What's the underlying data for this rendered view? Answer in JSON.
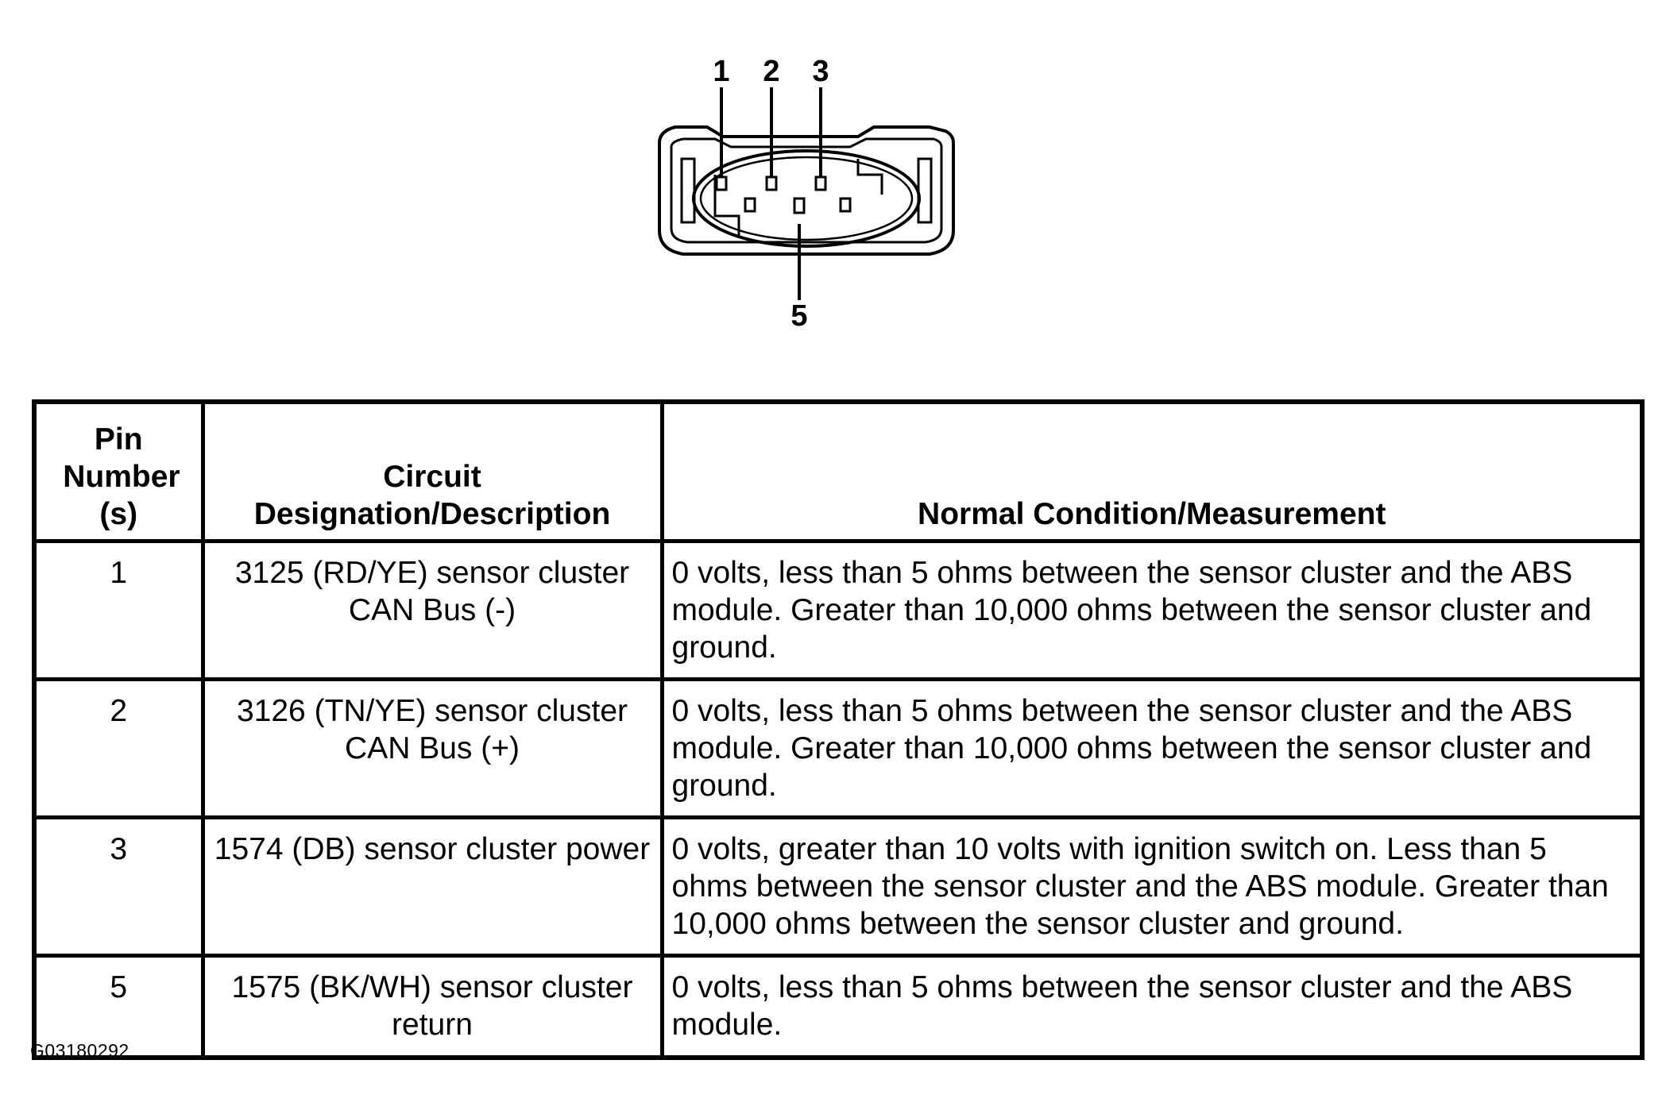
{
  "connector": {
    "pin_labels": [
      "1",
      "2",
      "3",
      "5"
    ]
  },
  "table": {
    "headers": {
      "pin": "Pin Number (s)",
      "circuit": "Circuit Designation/Description",
      "condition": "Normal Condition/Measurement"
    },
    "rows": [
      {
        "pin": "1",
        "circuit": "3125 (RD/YE) sensor cluster CAN Bus (-)",
        "condition": "0 volts, less than 5 ohms between the sensor cluster and the ABS module. Greater than 10,000 ohms between the sensor cluster and ground."
      },
      {
        "pin": "2",
        "circuit": "3126 (TN/YE) sensor cluster CAN Bus (+)",
        "condition": "0 volts, less than 5 ohms between the sensor cluster and the ABS module. Greater than 10,000 ohms between the sensor cluster and ground."
      },
      {
        "pin": "3",
        "circuit": "1574 (DB) sensor cluster power",
        "condition": "0 volts, greater than 10 volts with ignition switch on. Less than 5 ohms between the sensor cluster and the ABS module. Greater than 10,000 ohms between the sensor cluster and ground."
      },
      {
        "pin": "5",
        "circuit": "1575 (BK/WH) sensor cluster return",
        "condition": "0 volts, less than 5 ohms between the sensor cluster and the ABS module."
      }
    ]
  },
  "figure_id": "G03180292"
}
